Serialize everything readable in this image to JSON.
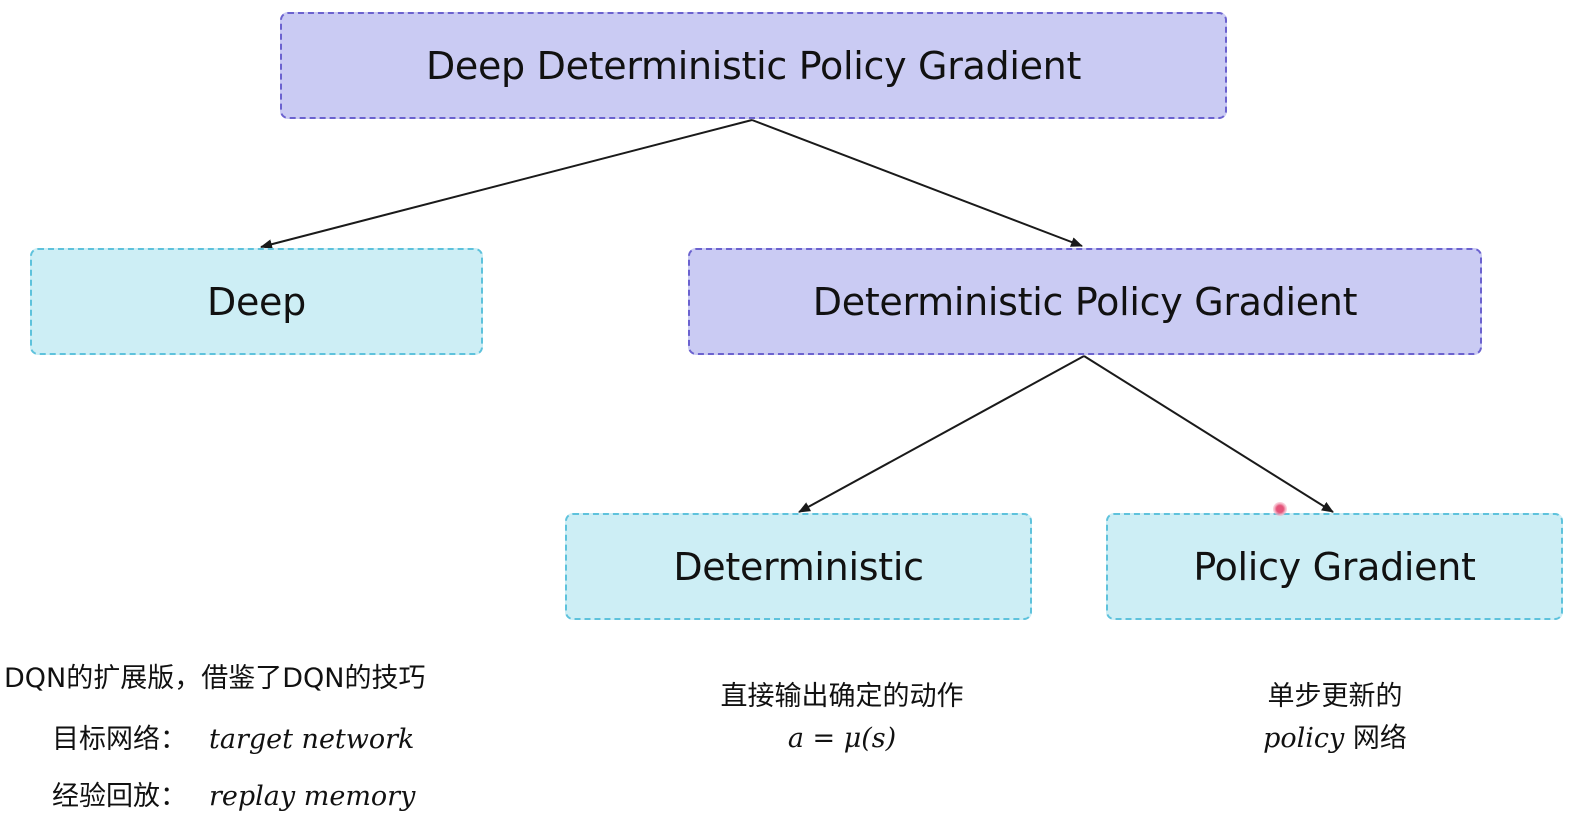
{
  "colors": {
    "purple_fill": "#cacbf3",
    "purple_border": "#6b62cf",
    "cyan_fill": "#cdeef5",
    "cyan_border": "#5ec2dc",
    "arrow": "#1a1a1a"
  },
  "nodes": {
    "root": "Deep Deterministic Policy Gradient",
    "deep": "Deep",
    "dpg": "Deterministic Policy Gradient",
    "deterministic": "Deterministic",
    "policy_gradient": "Policy Gradient"
  },
  "notes": {
    "deep": {
      "title": "DQN的扩展版，借鉴了DQN的技巧",
      "target_label": "目标网络：",
      "target_term": "target network",
      "replay_label": "经验回放：",
      "replay_term": "replay memory"
    },
    "deterministic": {
      "line1": "直接输出确定的动作",
      "formula": "a = μ(s)"
    },
    "policy_gradient": {
      "line1": "单步更新的",
      "term": "policy",
      "suffix": " 网络"
    }
  }
}
